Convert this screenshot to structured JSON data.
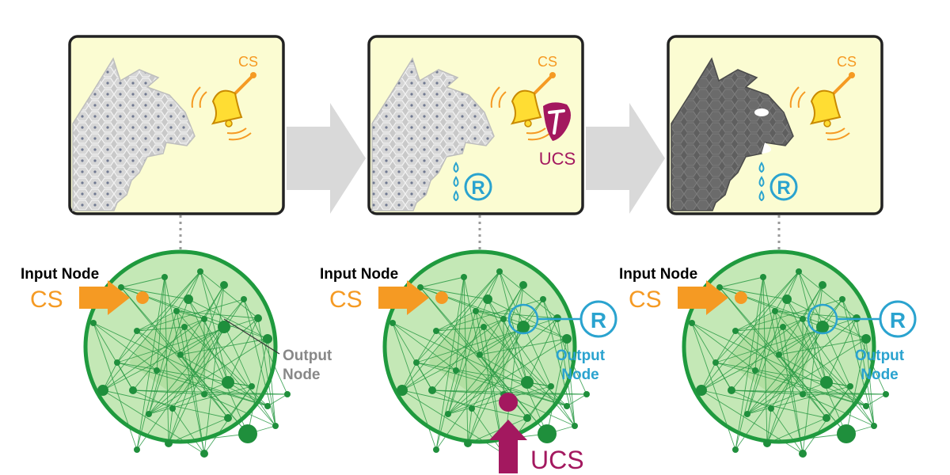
{
  "colors": {
    "panel_fill": "#fbfcd2",
    "panel_border": "#222222",
    "arrow_gray": "#d9d9d9",
    "cs_orange": "#f59a23",
    "ucs_magenta": "#a3185f",
    "response_blue": "#2aa3cf",
    "network_fill": "#c4e8b6",
    "network_border": "#1f9a3e",
    "node_green": "#1f8f3c",
    "cells_light": "#c9c9c9",
    "cells_dark": "#6b6b6b",
    "connector_gray": "#9a9a9a"
  },
  "stages": [
    {
      "cs_label": "CS",
      "input_node_label": "Input Node",
      "input_cs_label": "CS",
      "output_node_label": [
        "Output",
        "Node"
      ],
      "has_ucs": false,
      "has_response": false,
      "dark_dog": false
    },
    {
      "cs_label": "CS",
      "ucs_label": "UCS",
      "response_label": "R",
      "input_node_label": "Input Node",
      "input_cs_label": "CS",
      "output_node_label": [
        "Output",
        "Node"
      ],
      "network_response_label": "R",
      "bottom_ucs_label": "UCS",
      "has_ucs": true,
      "has_response": true,
      "dark_dog": false
    },
    {
      "cs_label": "CS",
      "response_label": "R",
      "input_node_label": "Input Node",
      "input_cs_label": "CS",
      "output_node_label": [
        "Output",
        "Node"
      ],
      "network_response_label": "R",
      "has_ucs": false,
      "has_response": true,
      "dark_dog": true
    }
  ],
  "icons": {
    "bell": "bell-icon",
    "steak": "steak-icon",
    "drool": "drool-drops-icon",
    "arrow": "right-arrow-icon"
  }
}
